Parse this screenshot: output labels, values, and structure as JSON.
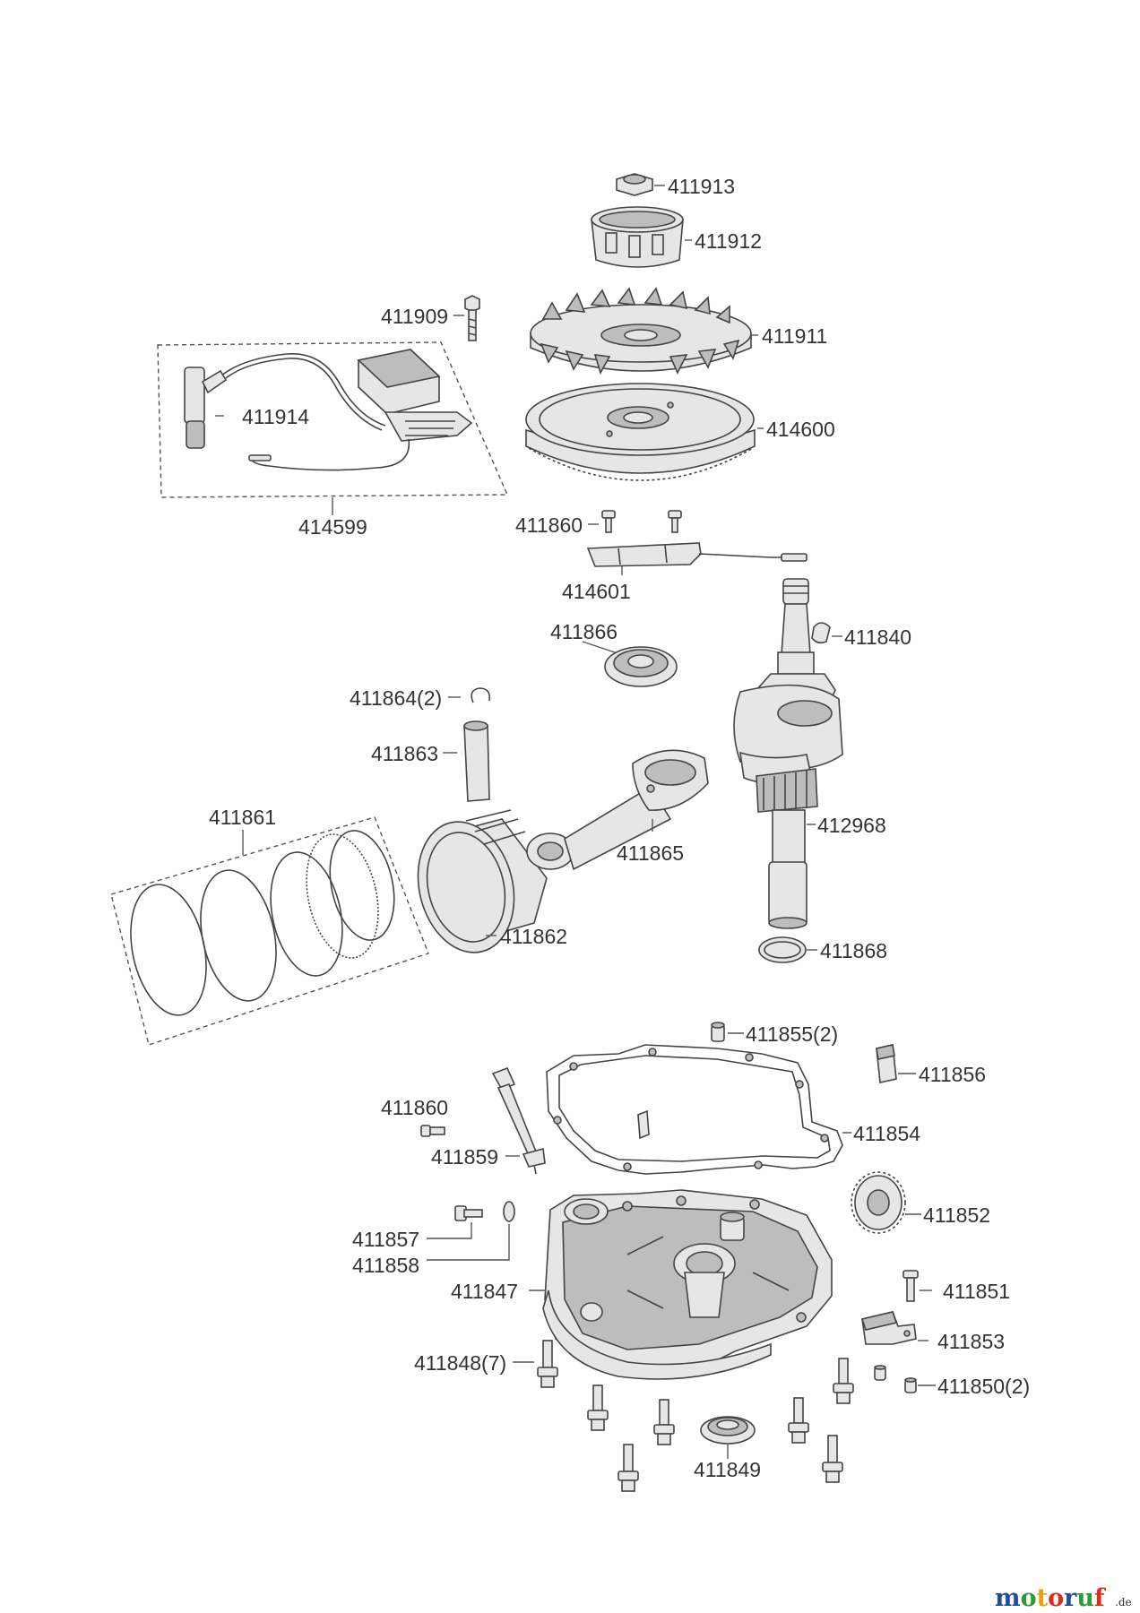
{
  "parts": {
    "p411913": "411913",
    "p411912": "411912",
    "p411909": "411909",
    "p411911": "411911",
    "p411914": "411914",
    "p414600": "414600",
    "p414599": "414599",
    "p411860a": "411860",
    "p414601": "414601",
    "p411866": "411866",
    "p411840": "411840",
    "p411864": "411864(2)",
    "p411863": "411863",
    "p411861": "411861",
    "p411865": "411865",
    "p412968": "412968",
    "p411862": "411862",
    "p411868": "411868",
    "p411855": "411855(2)",
    "p411856": "411856",
    "p411860b": "411860",
    "p411854": "411854",
    "p411859": "411859",
    "p411852": "411852",
    "p411857": "411857",
    "p411858": "411858",
    "p411847": "411847",
    "p411851": "411851",
    "p411853": "411853",
    "p411848": "411848(7)",
    "p411850": "411850(2)",
    "p411849": "411849"
  },
  "watermark": {
    "brand_m": "m",
    "brand_o1": "o",
    "brand_t": "t",
    "brand_o2": "o",
    "brand_r": "r",
    "brand_u": "u",
    "brand_f": "f",
    "suffix": ".de",
    "colors": [
      "#1f4e9a",
      "#2e9a3a",
      "#e2a400",
      "#d83020",
      "#1f4e9a",
      "#2e9a3a",
      "#d83020"
    ]
  }
}
